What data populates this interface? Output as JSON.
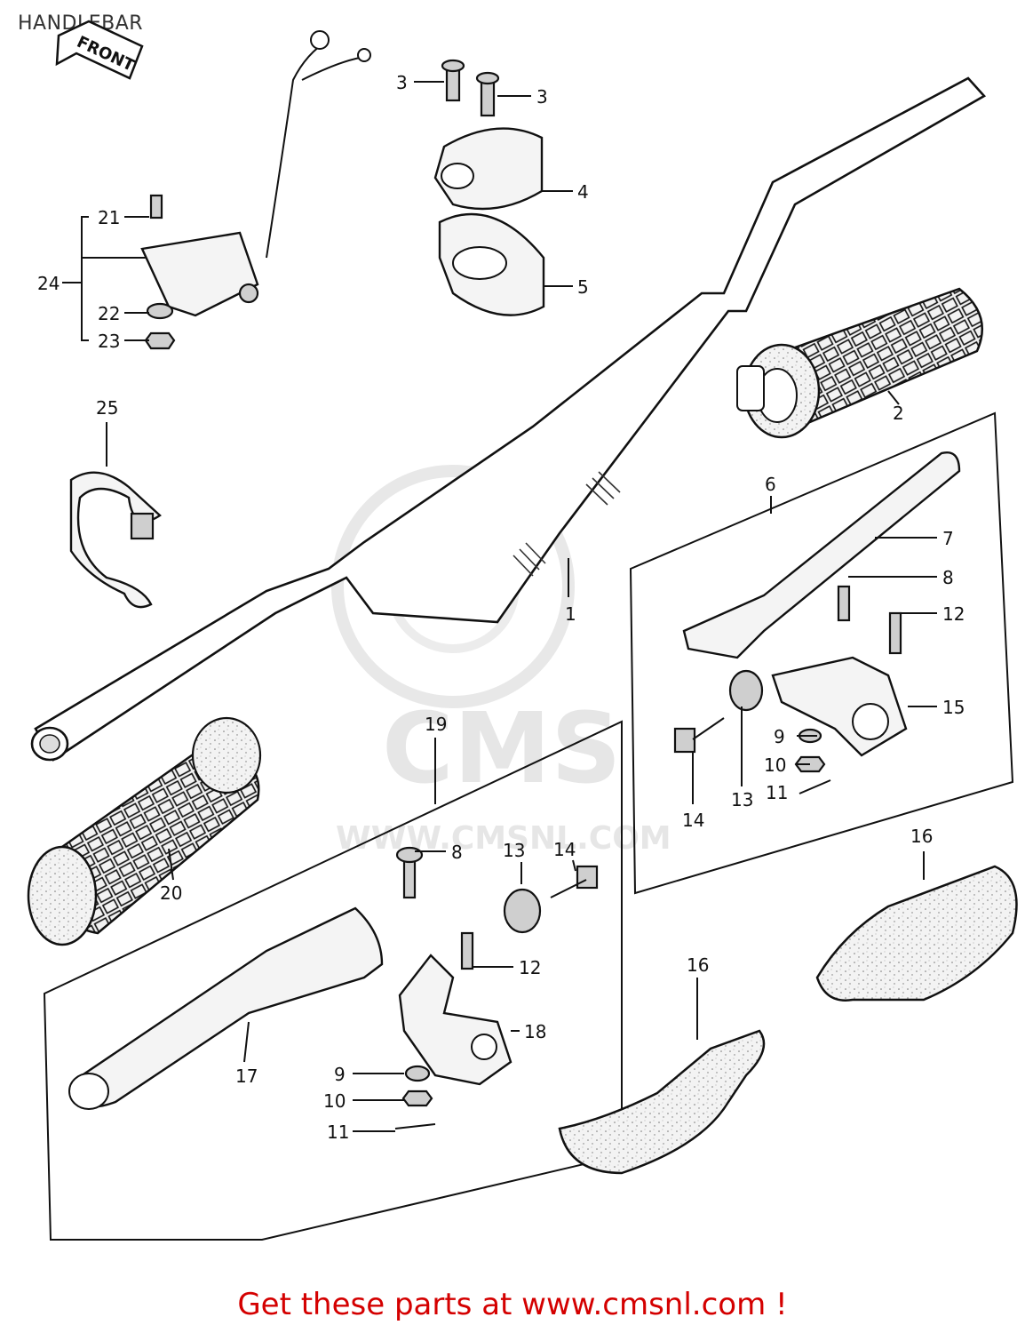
{
  "title": "HANDLEBAR",
  "front_arrow_label": "FRONT",
  "watermark": {
    "brand": "CMS",
    "url": "WWW.CMSNL.COM"
  },
  "footer": "Get these parts at www.cmsnl.com !",
  "callouts": {
    "c1": "1",
    "c2": "2",
    "c3a": "3",
    "c3b": "3",
    "c4": "4",
    "c5": "5",
    "c6": "6",
    "c7": "7",
    "c8a": "8",
    "c8b": "8",
    "c9a": "9",
    "c9b": "9",
    "c10a": "10",
    "c10b": "10",
    "c11a": "11",
    "c11b": "11",
    "c12a": "12",
    "c12b": "12",
    "c13a": "13",
    "c13b": "13",
    "c14a": "14",
    "c14b": "14",
    "c15": "15",
    "c16a": "16",
    "c16b": "16",
    "c17": "17",
    "c18": "18",
    "c19": "19",
    "c20": "20",
    "c21": "21",
    "c22": "22",
    "c23": "23",
    "c24": "24",
    "c25": "25"
  }
}
